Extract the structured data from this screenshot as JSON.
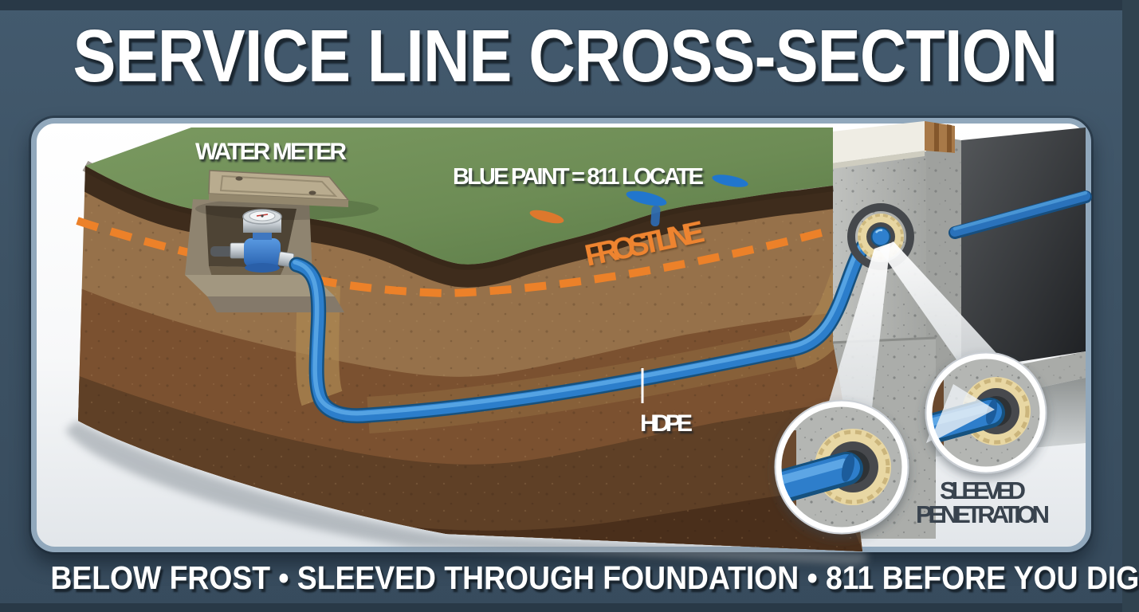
{
  "title": "SERVICE LINE CROSS-SECTION",
  "footer": "BELOW FROST • SLEEVED THROUGH FOUNDATION • 811 BEFORE YOU DIG",
  "diagram": {
    "labels": {
      "water_meter": "WATER METER",
      "blue_paint": "BLUE PAINT = 811 LOCATE",
      "frost_line": "FROST LINE",
      "pipe_material": "HDPE",
      "sleeved_line1": "SLEEVED",
      "sleeved_line2": "PENETRATION"
    },
    "colors": {
      "background": "#3d5264",
      "panel_frame": "#91a8bc",
      "grass": "#6d8c55",
      "frost_line_orange": "#ec8129",
      "pipe_blue": "#2c7ecb",
      "paint_blue": "#2176cd",
      "paint_orange": "#e4772b",
      "concrete": "#b2b4b1",
      "foam_sleeve": "#e7d6a2",
      "label_dark": "#39434e"
    }
  }
}
